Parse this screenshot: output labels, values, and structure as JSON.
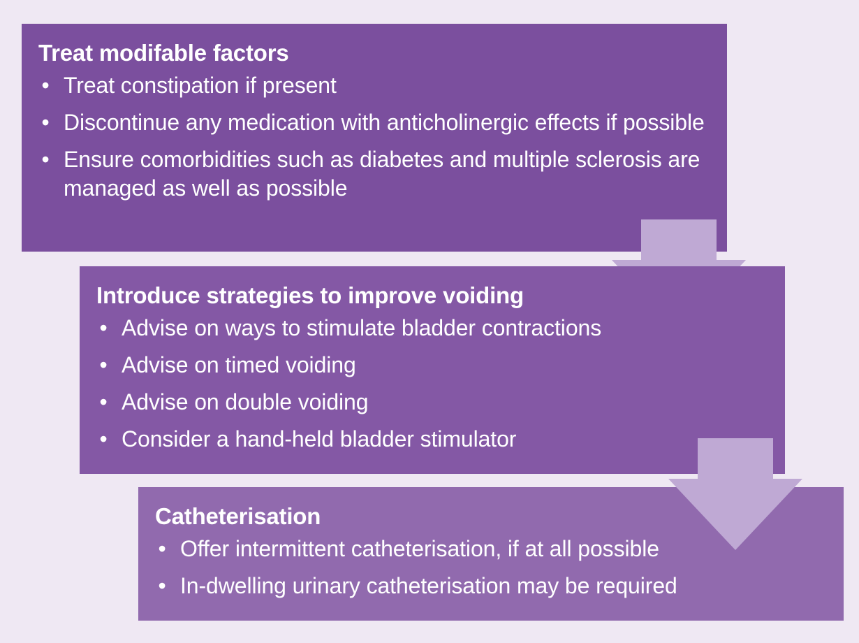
{
  "steps": [
    {
      "title": "Treat modifable factors",
      "bullets": [
        "Treat constipation if present",
        "Discontinue any medication with anticholinergic effects if possible",
        "Ensure comorbidities such as diabetes and multiple sclerosis are managed as well as possible"
      ]
    },
    {
      "title": "Introduce strategies to improve voiding",
      "bullets": [
        "Advise on ways to stimulate bladder contractions",
        "Advise on timed voiding",
        "Advise on double voiding",
        "Consider a hand-held bladder stimulator"
      ]
    },
    {
      "title": "Catheterisation",
      "bullets": [
        "Offer intermittent catheterisation, if at all possible",
        "In-dwelling urinary catheterisation may be required"
      ]
    }
  ],
  "colors": {
    "background": "#efe8f3",
    "step_1": "#7b4f9e",
    "step_2": "#8458a5",
    "step_3": "#916aae",
    "arrow": "#bfa9d4",
    "text": "#ffffff"
  }
}
